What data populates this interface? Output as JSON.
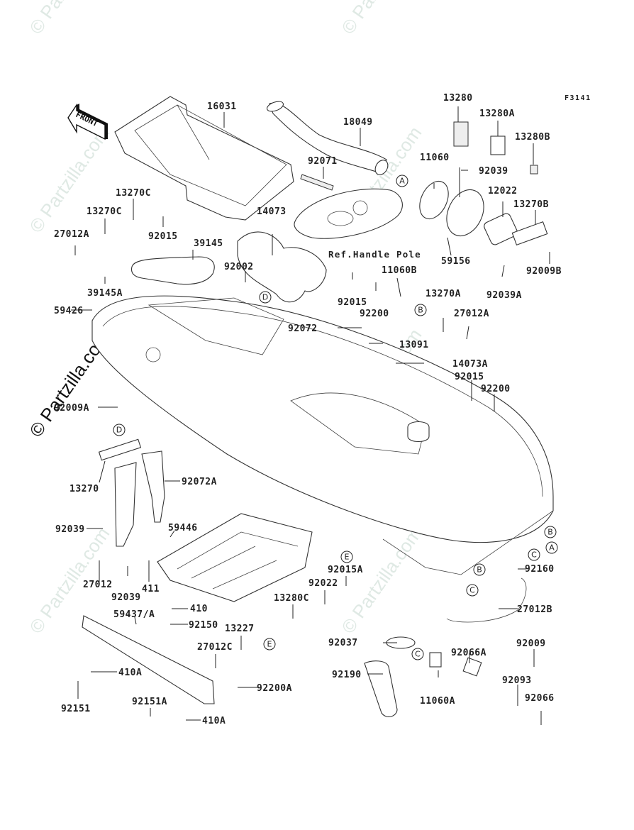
{
  "figure_code": "F3141",
  "ref_note": "Ref.Handle Pole",
  "front_label": "FRONT",
  "watermarks": {
    "faint": "© Partzilla.com",
    "bold": "© Partzilla.com"
  },
  "callout_letters": [
    "A",
    "B",
    "C",
    "D",
    "E"
  ],
  "parts": [
    {
      "id": "16031"
    },
    {
      "id": "18049"
    },
    {
      "id": "13280"
    },
    {
      "id": "13280A"
    },
    {
      "id": "13280B"
    },
    {
      "id": "92071"
    },
    {
      "id": "11060"
    },
    {
      "id": "92039"
    },
    {
      "id": "12022"
    },
    {
      "id": "13270B"
    },
    {
      "id": "13270C"
    },
    {
      "id": "13270C"
    },
    {
      "id": "27012A"
    },
    {
      "id": "92015"
    },
    {
      "id": "14073"
    },
    {
      "id": "39145"
    },
    {
      "id": "92002"
    },
    {
      "id": "59156"
    },
    {
      "id": "92009B"
    },
    {
      "id": "39145A"
    },
    {
      "id": "92015"
    },
    {
      "id": "11060B"
    },
    {
      "id": "92039A"
    },
    {
      "id": "59426"
    },
    {
      "id": "92200"
    },
    {
      "id": "13270A"
    },
    {
      "id": "27012A"
    },
    {
      "id": "92072"
    },
    {
      "id": "13091"
    },
    {
      "id": "14073A"
    },
    {
      "id": "92015"
    },
    {
      "id": "92200"
    },
    {
      "id": "92009A"
    },
    {
      "id": "13270"
    },
    {
      "id": "92072A"
    },
    {
      "id": "92039"
    },
    {
      "id": "59446"
    },
    {
      "id": "27012"
    },
    {
      "id": "92039"
    },
    {
      "id": "411"
    },
    {
      "id": "410"
    },
    {
      "id": "59437/A"
    },
    {
      "id": "92150"
    },
    {
      "id": "92015A"
    },
    {
      "id": "92022"
    },
    {
      "id": "13280C"
    },
    {
      "id": "13227"
    },
    {
      "id": "27012C"
    },
    {
      "id": "410A"
    },
    {
      "id": "92200A"
    },
    {
      "id": "92151"
    },
    {
      "id": "92151A"
    },
    {
      "id": "410A"
    },
    {
      "id": "92160"
    },
    {
      "id": "27012B"
    },
    {
      "id": "92037"
    },
    {
      "id": "92009"
    },
    {
      "id": "92066A"
    },
    {
      "id": "92190"
    },
    {
      "id": "11060A"
    },
    {
      "id": "92093"
    },
    {
      "id": "92066"
    }
  ]
}
